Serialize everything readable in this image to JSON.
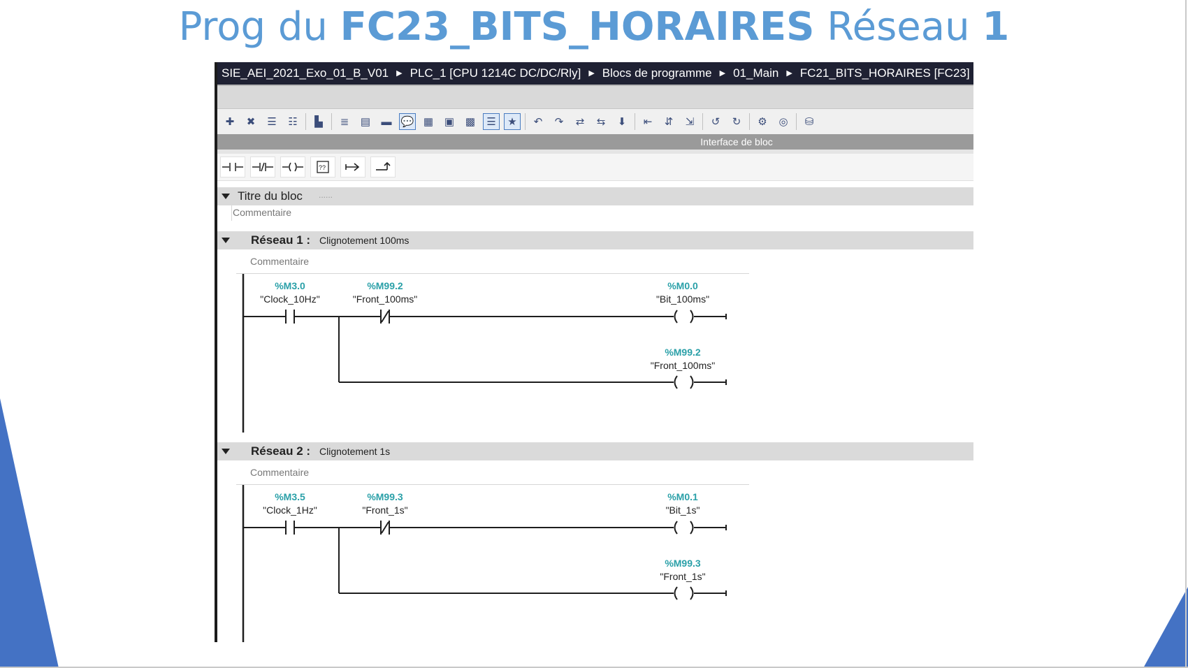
{
  "slide": {
    "title_prefix": "Prog du ",
    "title_block": "FC23_BITS_HORAIRES",
    "title_mid": " Réseau ",
    "title_num": "1"
  },
  "breadcrumb": {
    "project": "SIE_AEI_2021_Exo_01_B_V01",
    "plc": "PLC_1 [CPU 1214C DC/DC/Rly]",
    "folder": "Blocs de programme",
    "subfolder": "01_Main",
    "block": "FC21_BITS_HORAIRES [FC23]"
  },
  "interface_bar": {
    "label": "Interface de bloc"
  },
  "block_header": {
    "title": "Titre du bloc",
    "dots": "......",
    "comment": "Commentaire"
  },
  "networks": [
    {
      "label": "Réseau 1 :",
      "title": "Clignotement 100ms",
      "comment": "Commentaire",
      "contact1": {
        "address": "%M3.0",
        "symbol": "\"Clock_10Hz\""
      },
      "contact2": {
        "address": "%M99.2",
        "symbol": "\"Front_100ms\""
      },
      "coil1": {
        "address": "%M0.0",
        "symbol": "\"Bit_100ms\""
      },
      "coil2": {
        "address": "%M99.2",
        "symbol": "\"Front_100ms\""
      }
    },
    {
      "label": "Réseau 2 :",
      "title": "Clignotement 1s",
      "comment": "Commentaire",
      "contact1": {
        "address": "%M3.5",
        "symbol": "\"Clock_1Hz\""
      },
      "contact2": {
        "address": "%M99.3",
        "symbol": "\"Front_1s\""
      },
      "coil1": {
        "address": "%M0.1",
        "symbol": "\"Bit_1s\""
      },
      "coil2": {
        "address": "%M99.3",
        "symbol": "\"Front_1s\""
      }
    }
  ],
  "colors": {
    "title_blue": "#5b9bd5",
    "deco_blue": "#4472c4",
    "address_teal": "#2aa0a8",
    "crumb_bg": "#1f2133"
  }
}
